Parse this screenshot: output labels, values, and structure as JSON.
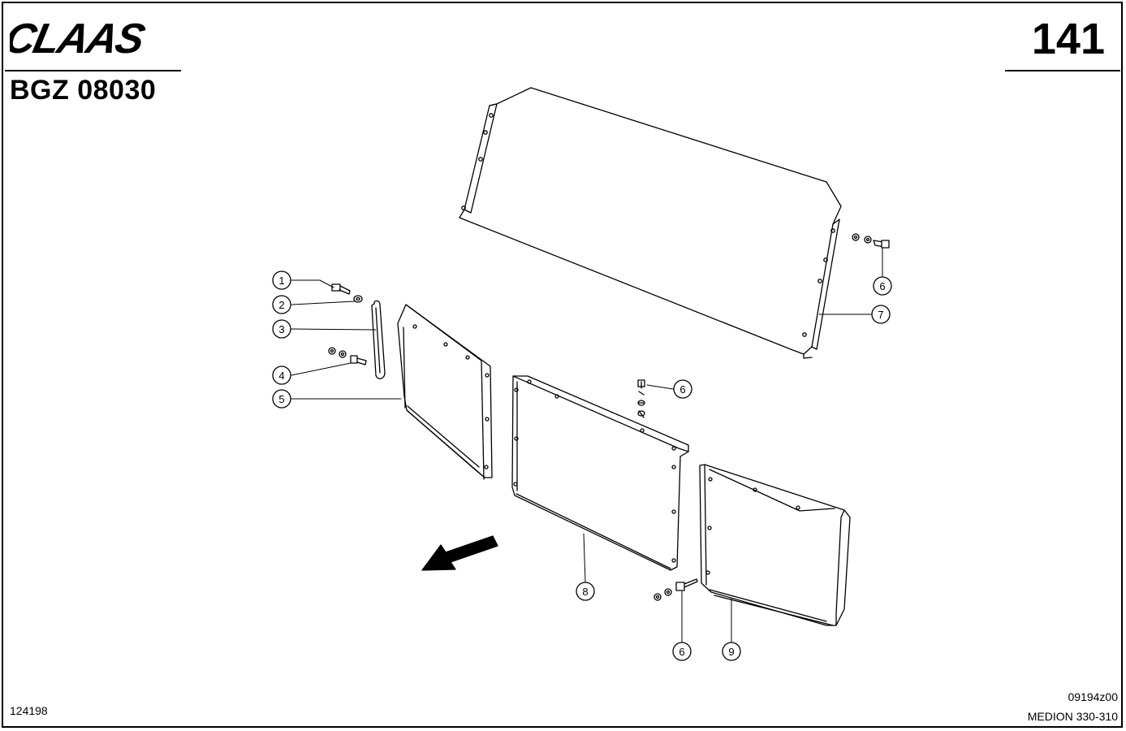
{
  "header": {
    "brand": "CLAAS",
    "doc_id": "BGZ 08030",
    "page_number": "141"
  },
  "footer": {
    "left_code": "124198",
    "drawing_code": "09194z00",
    "model": "MEDION 330-310"
  },
  "callouts": [
    "1",
    "2",
    "3",
    "4",
    "5",
    "6",
    "6",
    "6",
    "7",
    "8",
    "9"
  ]
}
